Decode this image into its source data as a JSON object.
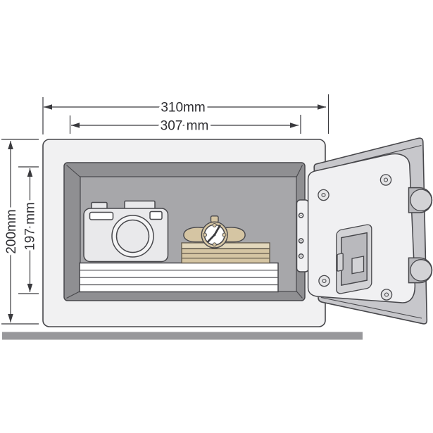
{
  "diagram": {
    "type": "product-dimension-line-drawing",
    "subject": "electronic safe with open door, camera and wristwatch on stacked books inside",
    "dimensions": {
      "outer_width": "310mm",
      "inner_width": "307 mm",
      "outer_height": "200mm",
      "inner_height": "197 mm"
    }
  },
  "colors": {
    "line": "#47474b",
    "dim": "#3a3a3e",
    "text": "#2f2f33",
    "safe_face": "#f1f1f2",
    "wall": "#8f8f92",
    "back_wall": "#a7a7aa",
    "paper": "#ffffff",
    "object_light": "#e9e9eb",
    "lens_ring": "#f4f4f5",
    "tan": "#d5c5a3",
    "tan_light": "#e3d8bc",
    "tan_line": "#60584a",
    "door_panel": "#c7c7cb",
    "door_plate": "#f0f0f2",
    "metal_mid": "#b9b9bd",
    "metal_light": "#d3d3d6",
    "rivet": "#e5e5e7",
    "ground": "#98989b",
    "hand": "#3c3c40"
  }
}
